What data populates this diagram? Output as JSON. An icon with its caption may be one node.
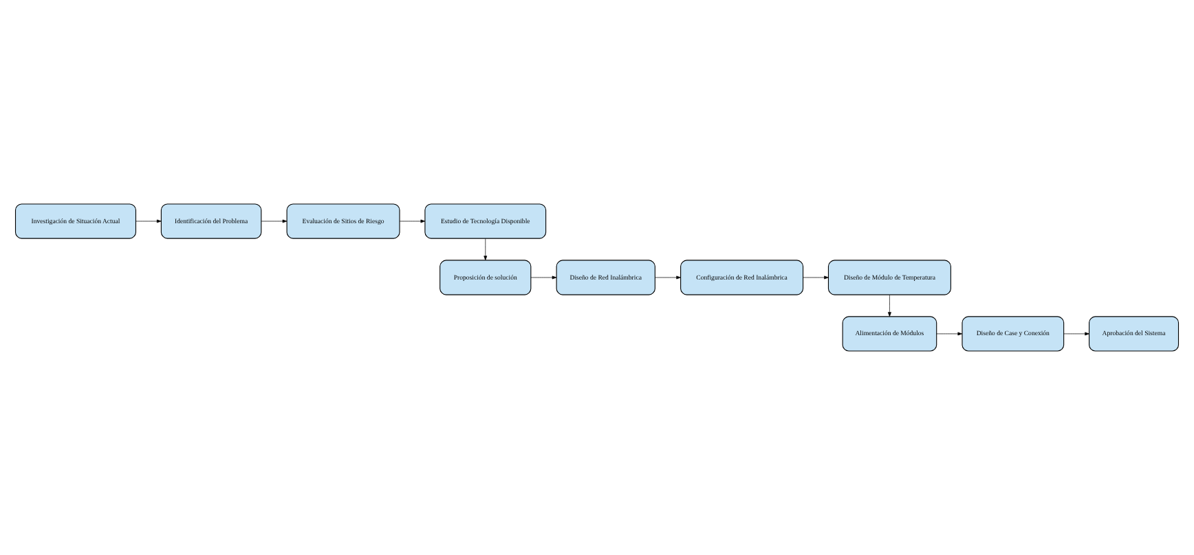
{
  "diagram": {
    "nodes": [
      {
        "text": [
          "Investigación de Situación Actual"
        ]
      },
      {
        "text": [
          "Identificación del Problema"
        ]
      },
      {
        "text": [
          "Evaluación de Sitios de Riesgo"
        ]
      },
      {
        "text": [
          "Estudio de Tecnología Disponible"
        ]
      },
      {
        "text": [
          "Proposición de solución"
        ]
      },
      {
        "text": [
          "Diseño de Red Inalámbrica"
        ]
      },
      {
        "text": [
          "Configuración de Red Inalámbrica"
        ]
      },
      {
        "text": [
          "Diseño de Módulo de Temperatura"
        ]
      },
      {
        "text": [
          "Alimentación de Módulos"
        ]
      },
      {
        "text": [
          "Diseño de Case y Conexión"
        ]
      },
      {
        "text": [
          "Aprobación del Sistema"
        ]
      }
    ],
    "edges": [
      {
        "from": 0,
        "to": 1,
        "arrow": "to"
      },
      {
        "from": 1,
        "to": 2,
        "arrow": "to"
      },
      {
        "from": 2,
        "to": 3,
        "arrow": "to"
      },
      {
        "from": 3,
        "to": 4,
        "arrow": "to"
      },
      {
        "from": 4,
        "to": 5,
        "arrow": "to"
      },
      {
        "from": 5,
        "to": 6,
        "arrow": "to"
      },
      {
        "from": 6,
        "to": 7,
        "arrow": "to"
      },
      {
        "from": 7,
        "to": 8,
        "arrow": "to"
      },
      {
        "from": 8,
        "to": 9,
        "arrow": "to"
      },
      {
        "from": 9,
        "to": 10,
        "arrow": "to"
      }
    ]
  }
}
